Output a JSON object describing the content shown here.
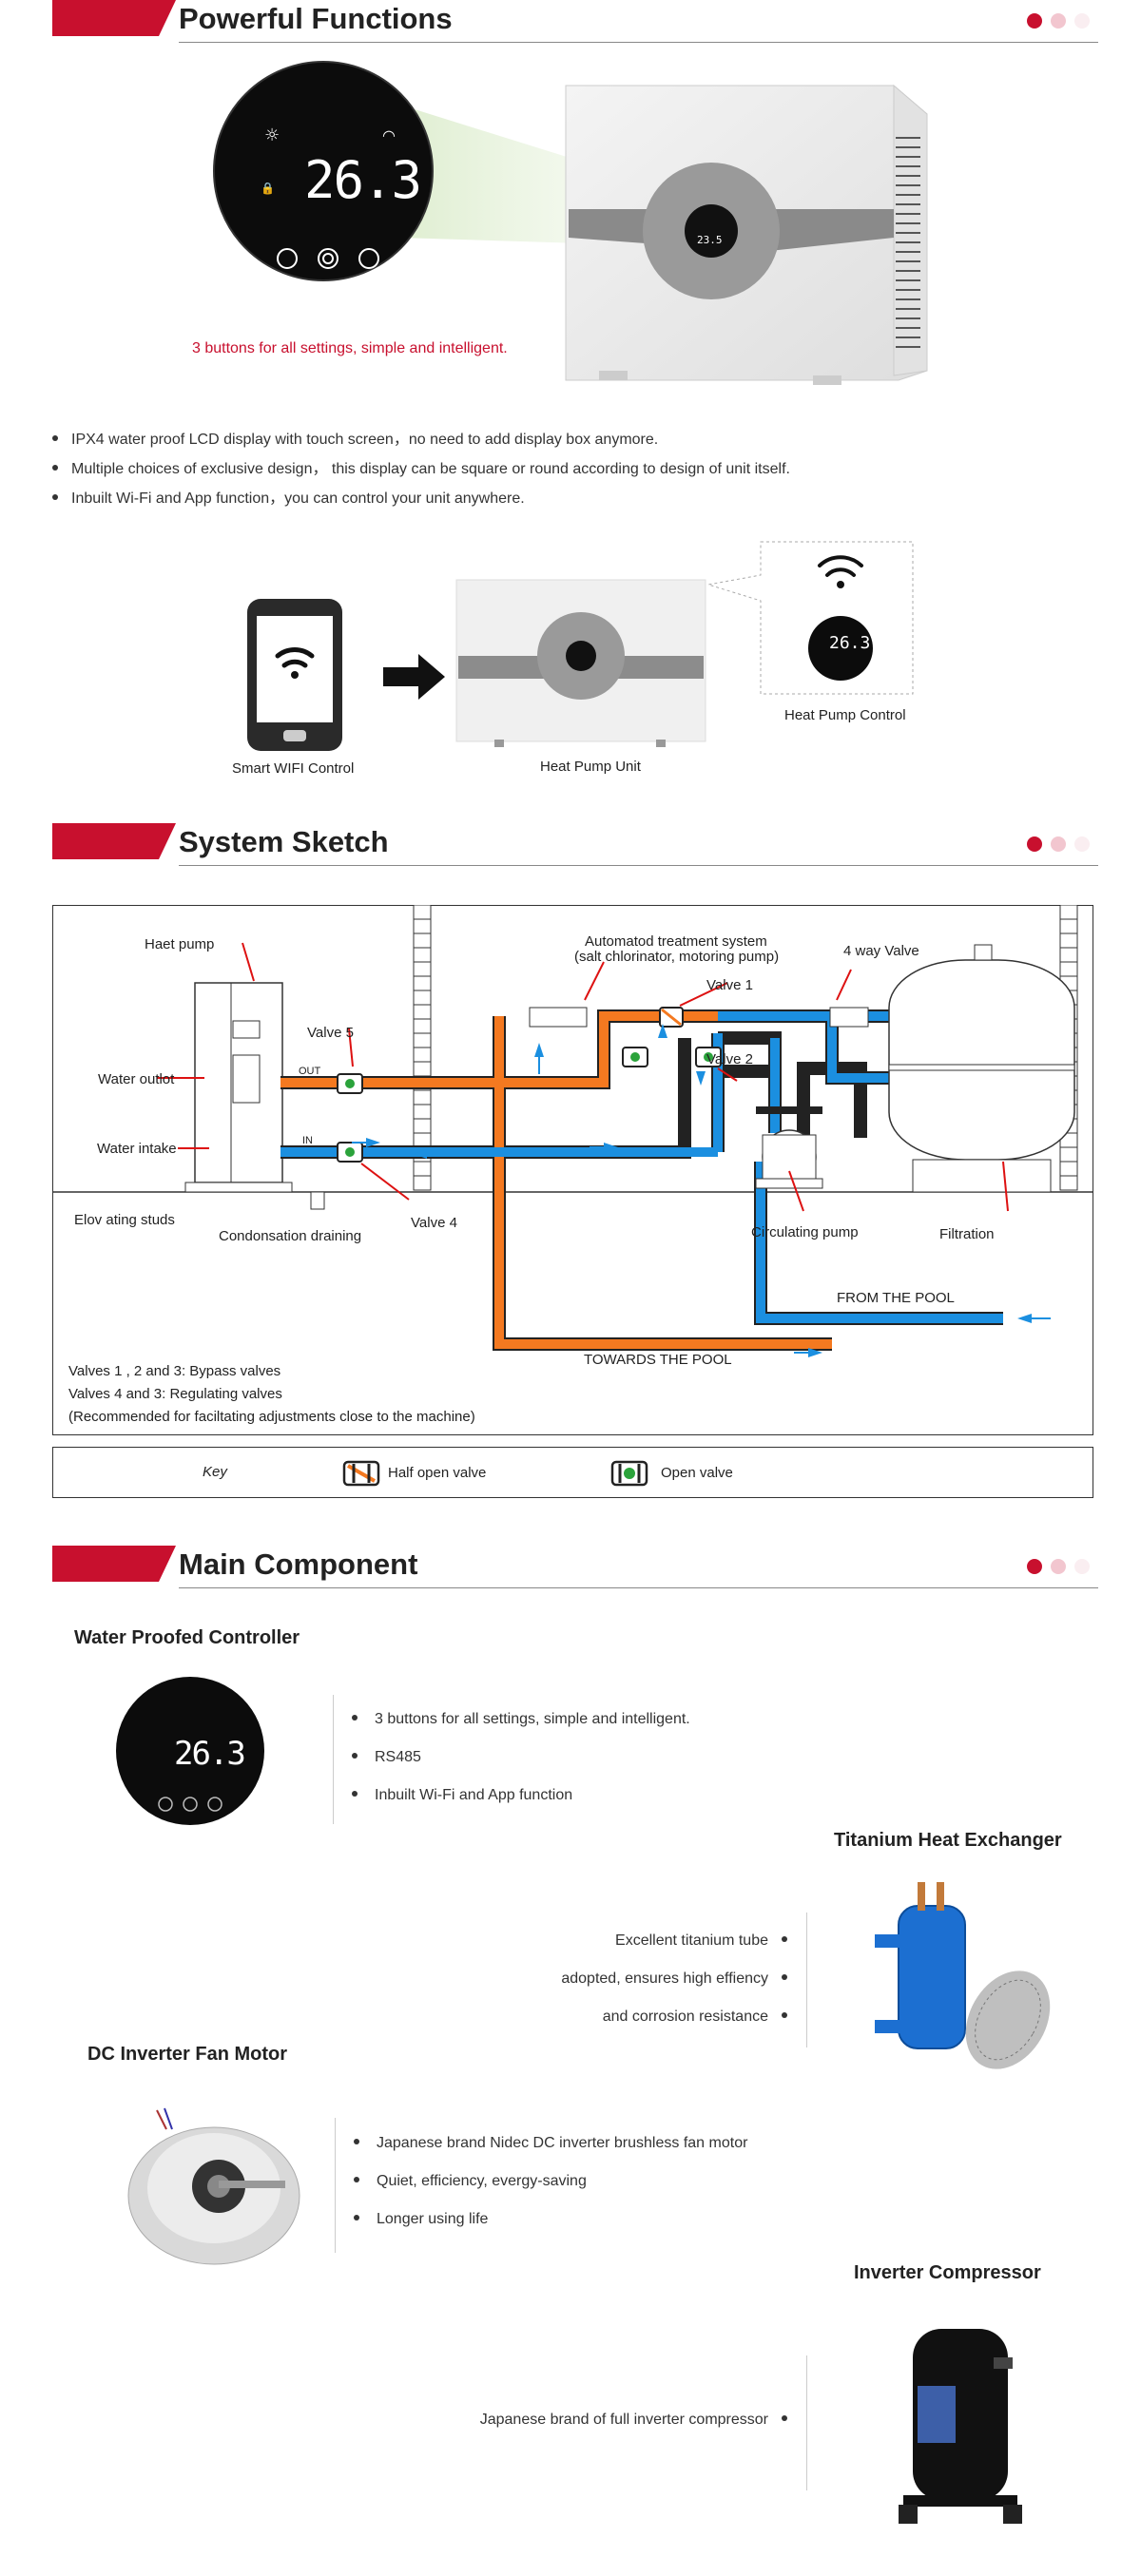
{
  "section1": {
    "title": "Powerful Functions",
    "lcd_temp": "26.3",
    "unit_temp": "23.5",
    "caption": "3 buttons for all settings, simple and intelligent.",
    "bullets": [
      "IPX4 water proof LCD display with touch screen，no need to add display box anymore.",
      "Multiple choices of exclusive design， this display can be square or round according to design of unit itself.",
      "Inbuilt Wi-Fi and App function，you can control your unit anywhere."
    ],
    "phone_label": "Smart WIFI Control",
    "unit_label": "Heat Pump Unit",
    "control_label": "Heat Pump Control"
  },
  "section2": {
    "title": "System Sketch",
    "labels": {
      "heat_pump": "Haet pump",
      "valve5": "Valve 5",
      "water_outlet": "Water outlot",
      "water_intake": "Water intake",
      "studs": "Elov ating studs",
      "drain": "Condonsation draining",
      "valve4": "Valve 4",
      "treatment": "Automatod treatment system",
      "treatment_sub": "(salt chlorinator, motoring pump)",
      "valve1": "Valve 1",
      "valve2": "Valve 2",
      "four_way": "4 way Valve",
      "pump": "Circulating pump",
      "filtration": "Filtration",
      "from_pool": "FROM THE POOL",
      "towards_pool": "TOWARDS THE POOL",
      "out": "OUT",
      "in": "IN"
    },
    "notes": [
      "Valves 1 , 2 and 3: Bypass valves",
      "Valves 4 and 3: Regulating valves",
      "(Recommended for faciltating adjustments close to the machine)"
    ],
    "key": {
      "label": "Key",
      "half": "Half open valve",
      "open": "Open valve"
    }
  },
  "section3": {
    "title": "Main Component",
    "controller": {
      "title": "Water Proofed Controller",
      "temp": "26.3",
      "items": [
        "3 buttons for all settings, simple and intelligent.",
        "RS485",
        "Inbuilt Wi-Fi and App function"
      ]
    },
    "exchanger": {
      "title": "Titanium Heat Exchanger",
      "items": [
        "Excellent titanium tube",
        "adopted, ensures high effiency",
        "and corrosion resistance"
      ]
    },
    "motor": {
      "title": "DC Inverter Fan Motor",
      "items": [
        "Japanese brand Nidec DC inverter brushless fan motor",
        "Quiet, efficiency, evergy-saving",
        "Longer using life"
      ]
    },
    "compressor": {
      "title": "Inverter Compressor",
      "items": [
        "Japanese brand of full inverter compressor"
      ]
    }
  },
  "colors": {
    "accent": "#c8102e",
    "hot_pipe": "#f47920",
    "cold_pipe": "#1b8fe0"
  }
}
